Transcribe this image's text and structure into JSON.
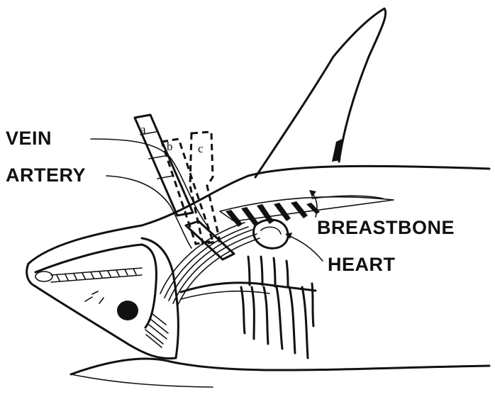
{
  "labels": {
    "vein": "VEIN",
    "artery": "ARTERY",
    "breastbone": "BREASTBONE",
    "heart": "HEART",
    "tube_a": "a",
    "tube_b": "b",
    "tube_c": "c"
  }
}
